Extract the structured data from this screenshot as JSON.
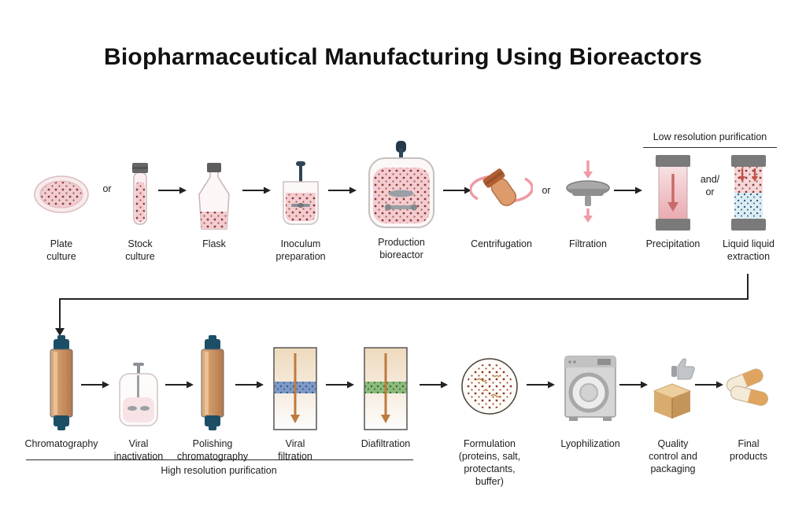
{
  "title": "Biopharmaceutical Manufacturing Using Bioreactors",
  "labels": {
    "or_1": "or",
    "or_2": "or",
    "and_or": "and/\nor",
    "low_res_bracket": "Low resolution purification",
    "high_res_bracket": "High resolution purification"
  },
  "row1": [
    {
      "label": "Plate\nculture"
    },
    {
      "label": "Stock\nculture"
    },
    {
      "label": "Flask"
    },
    {
      "label": "Inoculum\npreparation"
    },
    {
      "label": "Production\nbioreactor"
    },
    {
      "label": "Centrifugation"
    },
    {
      "label": "Filtration"
    },
    {
      "label": "Precipitation"
    },
    {
      "label": "Liquid liquid\nextraction"
    }
  ],
  "row2": [
    {
      "label": "Chromatography"
    },
    {
      "label": "Viral\ninactivation"
    },
    {
      "label": "Polishing\nchromatography"
    },
    {
      "label": "Viral\nfiltration"
    },
    {
      "label": "Diafiltration"
    },
    {
      "label": "Formulation\n(proteins, salt,\nprotectants,\nbuffer)"
    },
    {
      "label": "Lyophilization"
    },
    {
      "label": "Quality\ncontrol and\npackaging"
    },
    {
      "label": "Final\nproducts"
    }
  ],
  "colors": {
    "liquid_pink": "#f3ccd2",
    "dot_red": "#8e3a2f",
    "cap_gray": "#6f6f6f",
    "column_navy": "#1c4f66",
    "column_tan": "#c98a5d",
    "band_blue": "#7d99c4",
    "band_green": "#8cba7c",
    "flow_arrow": "#222222",
    "inner_arrow_orange": "#bf7a3f",
    "rotation_pink": "#ef9aa4"
  }
}
